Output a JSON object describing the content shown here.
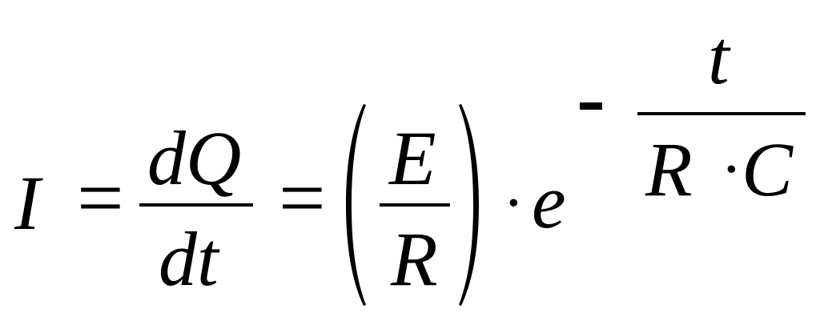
{
  "formula": {
    "lhs": "I",
    "eq1": "=",
    "frac1": {
      "num": "dQ",
      "den": "dt"
    },
    "eq2": "=",
    "frac2": {
      "num": "E",
      "den": "R"
    },
    "dot1": "·",
    "base": "e",
    "exp_sign": "-",
    "exp_frac": {
      "num": "t",
      "den_left": "R",
      "dot2": "·",
      "den_right": "C"
    }
  }
}
